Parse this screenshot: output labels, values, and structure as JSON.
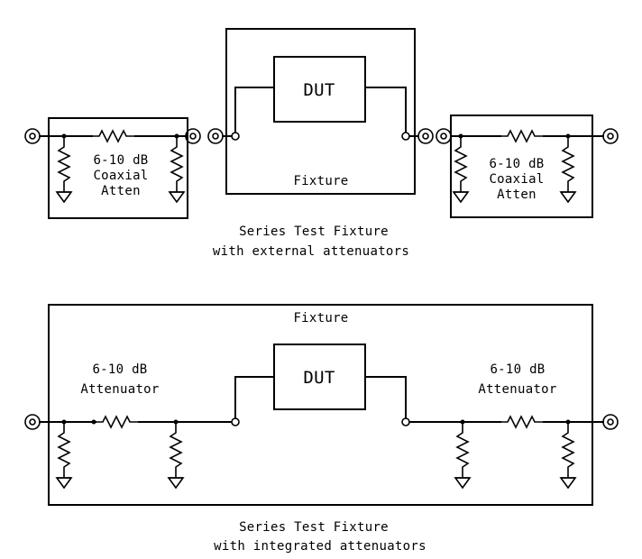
{
  "labels": {
    "dut": "DUT",
    "fixture": "Fixture",
    "atten_db": "6-10 dB",
    "coaxial": "Coaxial",
    "atten_short": "Atten",
    "attenuator": "Attenuator"
  },
  "captions": {
    "top_line1": "Series Test Fixture",
    "top_line2": "with external attenuators",
    "bottom_line1": "Series Test Fixture",
    "bottom_line2": "with integrated attenuators"
  },
  "colors": {
    "ink": "#000000",
    "background": "#ffffff"
  }
}
